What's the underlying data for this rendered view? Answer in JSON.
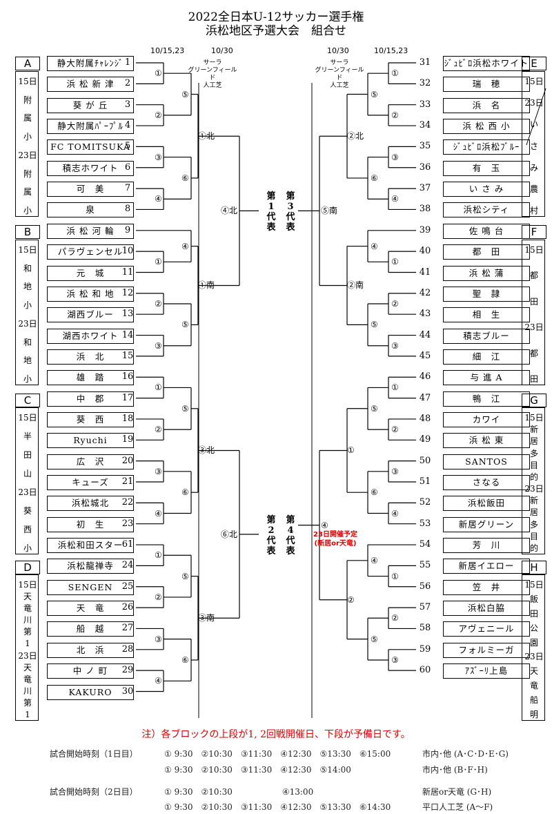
{
  "title_line1": "2022全日本U-12サッカー選手権",
  "title_line2": "浜松地区予選大会　組合せ",
  "dates": {
    "left_r12": "10/15,23",
    "left_r34": "10/30",
    "right_r34": "10/30",
    "right_r12": "10/15,23"
  },
  "venue": {
    "line1": "サーラ",
    "line2": "グリーンフィールド",
    "line3": "人工芝"
  },
  "blocks": [
    {
      "letter": "A",
      "info": [
        "15日",
        "附",
        "属",
        "小",
        "23日",
        "附",
        "属",
        "小"
      ]
    },
    {
      "letter": "B",
      "info": [
        "15日",
        "和",
        "地",
        "小",
        "23日",
        "和",
        "地",
        "小"
      ]
    },
    {
      "letter": "C",
      "info": [
        "15日",
        "半",
        "田",
        "山",
        "23日",
        "葵",
        "西",
        "小"
      ]
    },
    {
      "letter": "D",
      "info": [
        "15日",
        "天",
        "竜",
        "川",
        "第",
        "1",
        "23日",
        "天",
        "竜",
        "川",
        "第",
        "1"
      ]
    },
    {
      "letter": "E",
      "info": [
        "15日",
        "23日",
        "い",
        "さ",
        "み",
        "農",
        "村"
      ]
    },
    {
      "letter": "F",
      "info": [
        "15日",
        "都",
        "田",
        "23日",
        "都",
        "田"
      ]
    },
    {
      "letter": "G",
      "info": [
        "15日",
        "新",
        "居",
        "多",
        "目",
        "的",
        "23日",
        "新",
        "居",
        "多",
        "目",
        "的"
      ]
    },
    {
      "letter": "H",
      "info": [
        "15日",
        "飯",
        "田",
        "公",
        "園",
        "23日",
        "天",
        "竜",
        "船",
        "明"
      ]
    }
  ],
  "left_teams": [
    {
      "no": "1",
      "name": "静大附属ﾁｬﾚﾝｼﾞ"
    },
    {
      "no": "2",
      "name": "浜 松 新 津"
    },
    {
      "no": "3",
      "name": "葵 が 丘"
    },
    {
      "no": "4",
      "name": "静大附属ﾊﾟｰﾌﾟﾙ"
    },
    {
      "no": "5",
      "name": "FC TOMITSUKA"
    },
    {
      "no": "6",
      "name": "積志ホワイト"
    },
    {
      "no": "7",
      "name": "可　美"
    },
    {
      "no": "8",
      "name": "泉"
    },
    {
      "no": "9",
      "name": "浜 松 河 輪"
    },
    {
      "no": "10",
      "name": "パラヴェンセル"
    },
    {
      "no": "11",
      "name": "元　城"
    },
    {
      "no": "12",
      "name": "浜 松 和 地"
    },
    {
      "no": "13",
      "name": "湖西ブルー"
    },
    {
      "no": "14",
      "name": "湖西ホワイト"
    },
    {
      "no": "15",
      "name": "浜　北"
    },
    {
      "no": "16",
      "name": "雄　踏"
    },
    {
      "no": "17",
      "name": "中　郡"
    },
    {
      "no": "18",
      "name": "葵　西"
    },
    {
      "no": "19",
      "name": "Ryuchi"
    },
    {
      "no": "20",
      "name": "広　沢"
    },
    {
      "no": "21",
      "name": "キューズ"
    },
    {
      "no": "22",
      "name": "浜松城北"
    },
    {
      "no": "23",
      "name": "初　生"
    },
    {
      "no": "61",
      "name": "浜松和田スター"
    },
    {
      "no": "24",
      "name": "浜松龍禅寺"
    },
    {
      "no": "25",
      "name": "SENGEN"
    },
    {
      "no": "26",
      "name": "天　竜"
    },
    {
      "no": "27",
      "name": "船　越"
    },
    {
      "no": "28",
      "name": "北　浜"
    },
    {
      "no": "29",
      "name": "中 ノ 町"
    },
    {
      "no": "30",
      "name": "KAKURO"
    }
  ],
  "right_teams": [
    {
      "no": "31",
      "name": "ｼﾞｭﾋﾞﾛ浜松ホワイト"
    },
    {
      "no": "32",
      "name": "瑞　穂"
    },
    {
      "no": "33",
      "name": "浜　名"
    },
    {
      "no": "34",
      "name": "浜 松 西 小"
    },
    {
      "no": "35",
      "name": "ｼﾞｭﾋﾞﾛ浜松ﾌﾞﾙｰ"
    },
    {
      "no": "36",
      "name": "有　玉"
    },
    {
      "no": "37",
      "name": "い さ み"
    },
    {
      "no": "38",
      "name": "浜松シティ"
    },
    {
      "no": "39",
      "name": "佐 鳴 台"
    },
    {
      "no": "40",
      "name": "都　田"
    },
    {
      "no": "41",
      "name": "浜 松 蒲"
    },
    {
      "no": "42",
      "name": "聖　隷"
    },
    {
      "no": "43",
      "name": "相　生"
    },
    {
      "no": "44",
      "name": "積志ブルー"
    },
    {
      "no": "45",
      "name": "細　江"
    },
    {
      "no": "46",
      "name": "与 進 A"
    },
    {
      "no": "47",
      "name": "鴨　江"
    },
    {
      "no": "48",
      "name": "カワイ"
    },
    {
      "no": "49",
      "name": "浜 松 東"
    },
    {
      "no": "50",
      "name": "SANTOS"
    },
    {
      "no": "51",
      "name": "さなる"
    },
    {
      "no": "52",
      "name": "浜松飯田"
    },
    {
      "no": "53",
      "name": "新居グリーン"
    },
    {
      "no": "54",
      "name": "芳　川"
    },
    {
      "no": "55",
      "name": "新居イエロー"
    },
    {
      "no": "56",
      "name": "笠　井"
    },
    {
      "no": "57",
      "name": "浜松白脇"
    },
    {
      "no": "58",
      "name": "アヴェニール"
    },
    {
      "no": "59",
      "name": "フォルミーガ"
    },
    {
      "no": "60",
      "name": "ｱｽﾞｰﾘ上島"
    }
  ],
  "match_labels": {
    "circ1": "①",
    "circ2": "②",
    "circ3": "③",
    "circ4": "④",
    "circ5": "⑤",
    "circ6": "⑥",
    "l_r3_a": "①北",
    "l_r3_b": "①南",
    "l_r3_c": "③北",
    "l_r3_d": "③南",
    "l_r4_a": "④北",
    "l_r4_b": "⑥北",
    "r_r3_a": "②北",
    "r_r3_b": "②南",
    "r_r3_c": "①",
    "r_r3_d": "②",
    "r_r4_a": "⑤南",
    "r_r4_b": "④"
  },
  "reps": [
    {
      "chars": [
        "第",
        "1",
        "代",
        "表"
      ]
    },
    {
      "chars": [
        "第",
        "3",
        "代",
        "表"
      ]
    },
    {
      "chars": [
        "第",
        "2",
        "代",
        "表"
      ]
    },
    {
      "chars": [
        "第",
        "4",
        "代",
        "表"
      ]
    }
  ],
  "red_note": {
    "line1": "23日開催予定",
    "line2": "(新居or天竜)"
  },
  "footer_note": "注）各ブロックの上段が1, 2回戦開催日、下段が予備日です。",
  "schedule": [
    {
      "label": "試合開始時刻（1日目）",
      "times": "① 9:30　②10:30　③11:30　④12:30　⑤13:30　⑥15:00",
      "venue": "市内･他 (A･C･D･E･G)"
    },
    {
      "label": "",
      "times": "① 9:30　②10:30　③11:30　④12:30　⑤14:00",
      "venue": "市内･他 (B･F･H)"
    },
    {
      "label": "試合開始時刻（2日目）",
      "times": "① 9:30　②10:30　　　　　　④13:00",
      "venue": "新居or天竜 (G･H)"
    },
    {
      "label": "",
      "times": "① 9:30　②10:30　③11:30　④12:30　⑤13:30　⑥14:30",
      "venue": "平口人工芝 (A～F)"
    }
  ]
}
